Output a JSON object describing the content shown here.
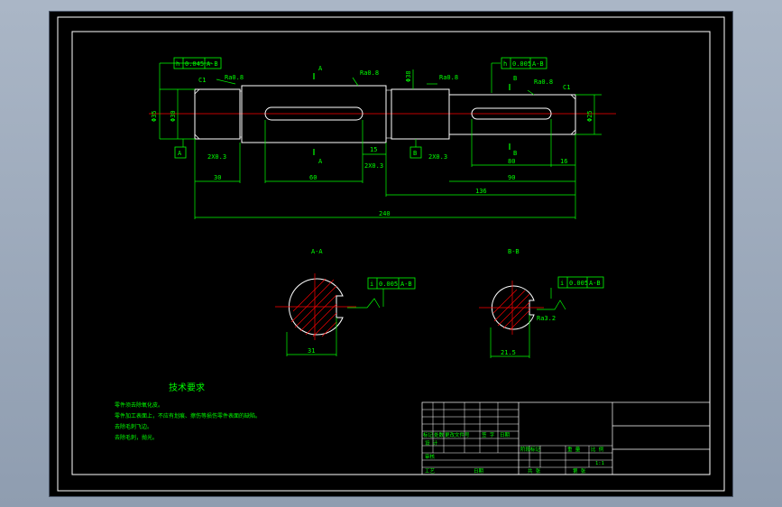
{
  "colors": {
    "background": "#000000",
    "frame": "#ffffff",
    "dimension": "#00ff00",
    "centerline": "#ff0000",
    "hatch": "#ff0000",
    "leader": "#00ffff",
    "outline": "#ffffff"
  },
  "drawing": {
    "tolerance_left": {
      "symbol": "h",
      "value": "0.045",
      "datum": "A-B"
    },
    "tolerance_right": {
      "symbol": "h",
      "value": "0.005",
      "datum": "A-B"
    },
    "section_ab_tol": {
      "symbol": "i",
      "value": "0.005",
      "datum": "A-B"
    },
    "section_bb_tol": {
      "symbol": "i",
      "value": "0.005",
      "datum": "A-B"
    },
    "roughness_1": "Ra0.8",
    "roughness_2": "Ra0.8",
    "roughness_3": "Ra0.8",
    "roughness_4": "Ra0.8",
    "roughness_5": "Ra3.2",
    "chamfer_left": "C1",
    "chamfer_right": "C1",
    "diam_left_outer": "Φ35",
    "diam_left_inner": "Φ30",
    "diam_mid": "Φ38",
    "diam_right": "Φ25",
    "datum_a": "A",
    "datum_b": "B",
    "section_mark_a_top": "A",
    "section_mark_a_bottom": "A",
    "section_mark_b_top": "B",
    "section_mark_b_bottom": "B",
    "dim_undercut_left": "2X0.3",
    "dim_undercut_mid": "2X0.3",
    "dim_undercut_right": "2X0.3",
    "dim_15": "15",
    "dim_30": "30",
    "dim_60": "60",
    "dim_80": "80",
    "dim_90": "90",
    "dim_16": "16",
    "dim_136": "136",
    "dim_total": "240",
    "section_a_title": "A-A",
    "section_b_title": "B-B",
    "section_a_width": "31",
    "section_b_width": "21.5",
    "section_b_rough": "Ra3.2"
  },
  "notes": {
    "title": "技术要求",
    "lines": [
      "零件须去除氧化皮。",
      "零件加工表面上，不应有划痕、擦伤等损伤零件表面的缺陷。",
      "去除毛刺飞边。",
      "去除毛刺，抛光。"
    ]
  },
  "titleblock": {
    "headers": [
      "标记",
      "处数",
      "更改文件号",
      "签 字",
      "日期"
    ],
    "designer": "设 计",
    "stage": "阶段标记",
    "weight": "重 量",
    "scale_label": "比 例",
    "scale": "1:1",
    "approve": "审核",
    "craft": "工艺",
    "total_label": "共  张",
    "sheet_label": "第  张",
    "date_label": "日期"
  }
}
